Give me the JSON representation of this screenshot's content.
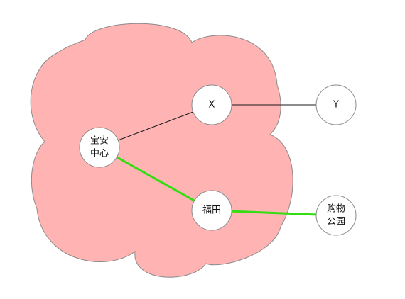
{
  "colors": {
    "cloud_fill": "#ffb3b3",
    "cloud_stroke": "#8a8a8a",
    "node_fill": "#ffffff",
    "node_stroke": "#8a8a8a",
    "thin_edge": "#1a1a1a",
    "highlight_edge": "#33dd11"
  },
  "nodes": [
    {
      "id": "baoan",
      "lines": [
        "宝安",
        "中心"
      ]
    },
    {
      "id": "x",
      "lines": [
        "X"
      ]
    },
    {
      "id": "y",
      "lines": [
        "Y"
      ]
    },
    {
      "id": "futian",
      "lines": [
        "福田"
      ]
    },
    {
      "id": "park",
      "lines": [
        "购物",
        "公园"
      ]
    }
  ],
  "edges": [
    {
      "from": "baoan",
      "to": "x",
      "style": "thin"
    },
    {
      "from": "x",
      "to": "y",
      "style": "thin"
    },
    {
      "from": "baoan",
      "to": "futian",
      "style": "highlight"
    },
    {
      "from": "futian",
      "to": "park",
      "style": "highlight"
    }
  ]
}
